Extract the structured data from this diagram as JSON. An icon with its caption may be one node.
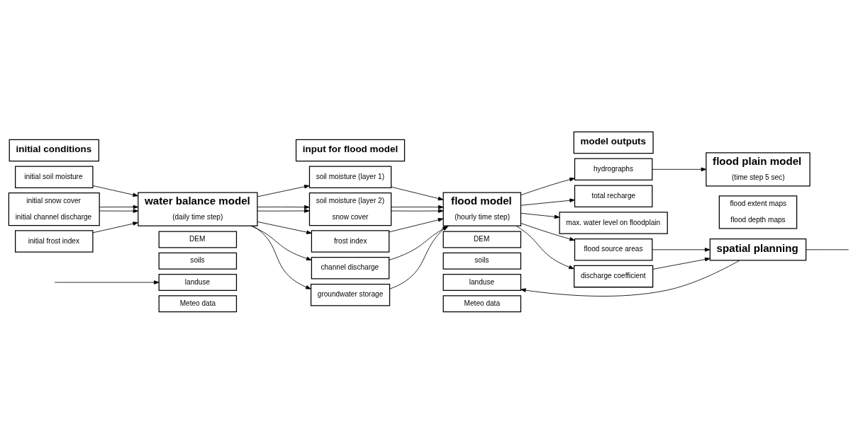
{
  "diagram": {
    "nodes": [
      {
        "text": [
          "initial conditions"
        ]
      },
      {
        "text": [
          "input for flood model"
        ]
      },
      {
        "text": [
          "model outputs"
        ]
      },
      {
        "text": [
          "initial soil moisture"
        ]
      },
      {
        "text": [
          "initial snow cover",
          "initial channel discharge"
        ]
      },
      {
        "text": [
          "initial frost index"
        ]
      },
      {
        "text": [
          "water balance model",
          "(daily time step)"
        ]
      },
      {
        "text": [
          "DEM"
        ]
      },
      {
        "text": [
          "soils"
        ]
      },
      {
        "text": [
          "landuse"
        ]
      },
      {
        "text": [
          "Meteo data"
        ]
      },
      {
        "text": [
          "soil moisture (layer 1)"
        ]
      },
      {
        "text": [
          "soil moisture (layer 2)",
          "snow cover"
        ]
      },
      {
        "text": [
          "frost index"
        ]
      },
      {
        "text": [
          "channel discharge"
        ]
      },
      {
        "text": [
          "groundwater storage"
        ]
      },
      {
        "text": [
          "flood model",
          "(hourly time step)"
        ]
      },
      {
        "text": [
          "DEM"
        ]
      },
      {
        "text": [
          "soils"
        ]
      },
      {
        "text": [
          "landuse"
        ]
      },
      {
        "text": [
          "Meteo data"
        ]
      },
      {
        "text": [
          "hydrographs"
        ]
      },
      {
        "text": [
          "total recharge"
        ]
      },
      {
        "text": [
          "max. water level on floodplain"
        ]
      },
      {
        "text": [
          "flood source areas"
        ]
      },
      {
        "text": [
          "discharge coefficient"
        ]
      },
      {
        "text": [
          "flood plain model",
          "(time step 5 sec)"
        ]
      },
      {
        "text": [
          "flood extent maps",
          "flood depth maps"
        ]
      },
      {
        "text": [
          "spatial planning"
        ]
      }
    ],
    "edges": [
      {
        "from": 3,
        "to": 6,
        "arrow": "to"
      },
      {
        "from": 4,
        "to": 6,
        "arrow": "to"
      },
      {
        "from": 4,
        "to": 6,
        "arrow": "to"
      },
      {
        "from": 5,
        "to": 6,
        "arrow": "to"
      },
      {
        "from": 6,
        "to": 11,
        "arrow": "to"
      },
      {
        "from": 6,
        "to": 12,
        "arrow": "to"
      },
      {
        "from": 6,
        "to": 12,
        "arrow": "to"
      },
      {
        "from": 6,
        "to": 13,
        "arrow": "to"
      },
      {
        "from": 6,
        "to": 14,
        "arrow": "to"
      },
      {
        "from": 6,
        "to": 15,
        "arrow": "to"
      },
      {
        "from": 11,
        "to": 16,
        "arrow": "to"
      },
      {
        "from": 12,
        "to": 16,
        "arrow": "to"
      },
      {
        "from": 12,
        "to": 16,
        "arrow": "to"
      },
      {
        "from": 13,
        "to": 16,
        "arrow": "to"
      },
      {
        "from": 14,
        "to": 16,
        "arrow": "to"
      },
      {
        "from": 15,
        "to": 16,
        "arrow": "to"
      },
      {
        "from": 16,
        "to": 21,
        "arrow": "to"
      },
      {
        "from": 16,
        "to": 22,
        "arrow": "to"
      },
      {
        "from": 16,
        "to": 23,
        "arrow": "to"
      },
      {
        "from": 16,
        "to": 24,
        "arrow": "to"
      },
      {
        "from": 16,
        "to": 25,
        "arrow": "to"
      },
      {
        "from": 21,
        "to": 26,
        "arrow": "to"
      },
      {
        "from": 24,
        "to": 28,
        "arrow": "to"
      },
      {
        "from": 25,
        "to": 28,
        "arrow": "to"
      },
      {
        "from": 28,
        "to": 19,
        "arrow": "to"
      },
      {
        "from": 28,
        "to": null,
        "arrow": "none"
      },
      {
        "from": null,
        "to": 9,
        "arrow": "to"
      }
    ]
  }
}
